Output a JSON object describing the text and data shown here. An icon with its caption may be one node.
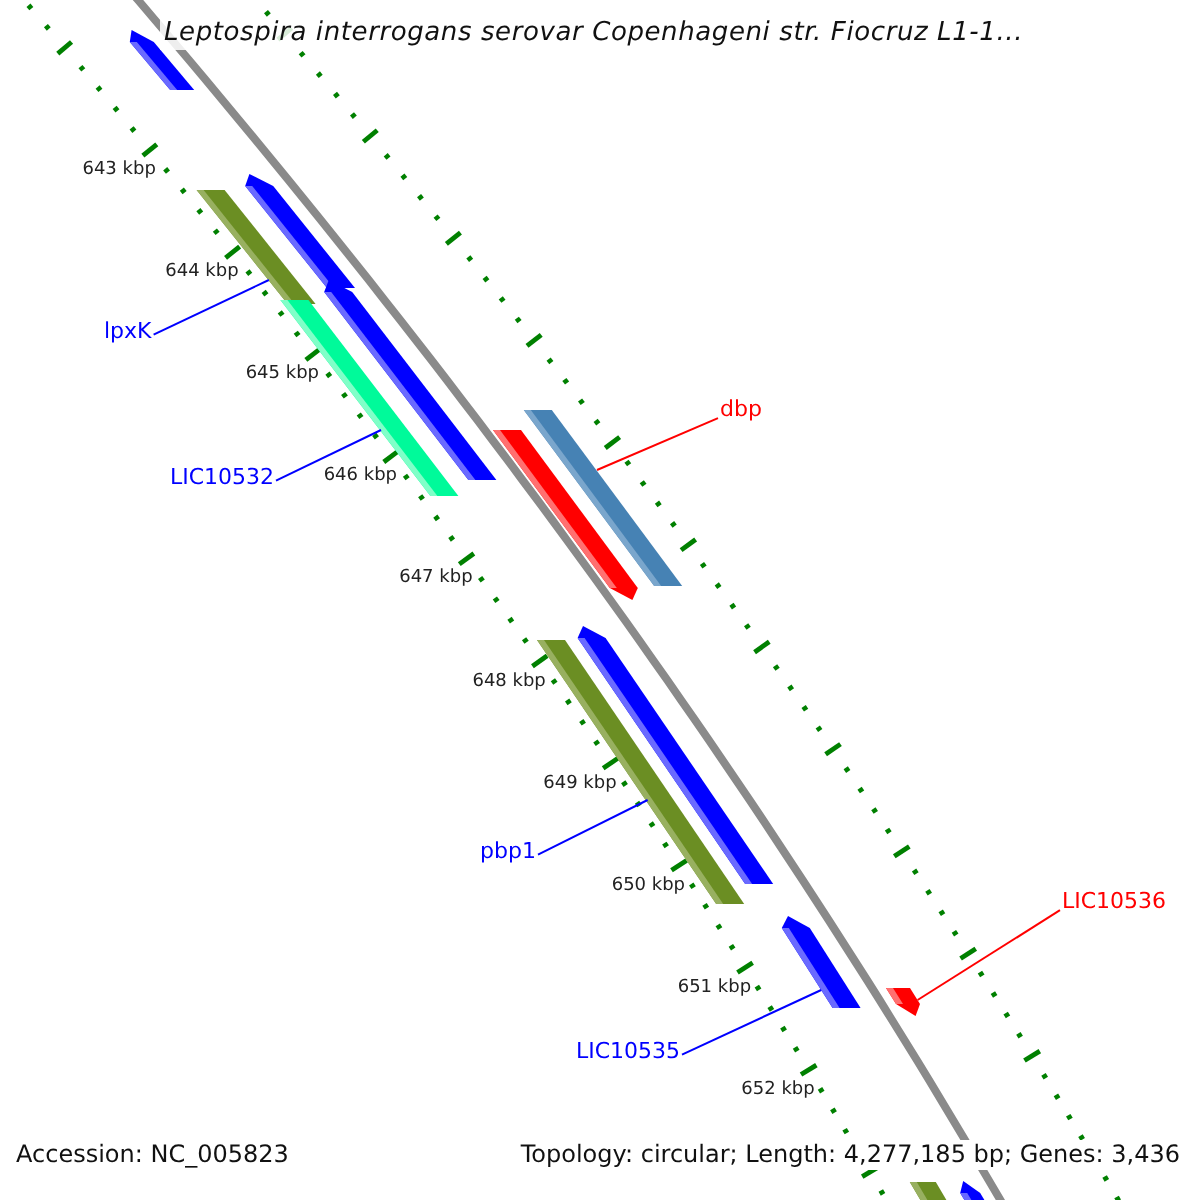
{
  "diagram": {
    "title": "Leptospira interrogans serovar Copenhageni str. Fiocruz L1-1...",
    "nodes": [
      {
        "text": [],
        "shape": "bar"
      },
      {
        "text": [],
        "shape": "bar"
      },
      {
        "text": [],
        "shape": "bar"
      },
      {
        "text": [
          "lpxK"
        ]
      },
      {
        "text": [],
        "shape": "bar"
      },
      {
        "text": [],
        "shape": "bar"
      },
      {
        "text": [
          "LIC10532"
        ]
      },
      {
        "text": [
          "dbp"
        ]
      },
      {
        "text": [],
        "shape": "bar"
      },
      {
        "text": [],
        "shape": "bar"
      },
      {
        "text": [],
        "shape": "bar"
      },
      {
        "text": [],
        "shape": "bar"
      },
      {
        "text": [
          "pbp1"
        ]
      },
      {
        "text": [],
        "shape": "bar"
      },
      {
        "text": [],
        "shape": "bar"
      },
      {
        "text": [
          "LIC10535"
        ]
      },
      {
        "text": [
          "LIC10536"
        ]
      },
      {
        "text": [],
        "shape": "bar"
      },
      {
        "text": [],
        "shape": "bar"
      }
    ],
    "edges": [
      {
        "from": 3,
        "to": 2,
        "arrow": "none"
      },
      {
        "from": 6,
        "to": 5,
        "arrow": "none"
      },
      {
        "from": 7,
        "to": 8,
        "arrow": "none",
        "color": "#ff0000"
      },
      {
        "from": 12,
        "to": 11,
        "arrow": "none"
      },
      {
        "from": 15,
        "to": 13,
        "arrow": "none"
      },
      {
        "from": 16,
        "to": 14,
        "arrow": "none",
        "color": "#ff0000"
      }
    ],
    "labels": [
      "643 kbp",
      "644 kbp",
      "645 kbp",
      "646 kbp",
      "647 kbp",
      "648 kbp",
      "649 kbp",
      "650 kbp",
      "651 kbp",
      "652 kbp",
      "Accession: NC_005823",
      "Topology: circular; Length: 4,277,185 bp; Genes: 3,436"
    ]
  }
}
